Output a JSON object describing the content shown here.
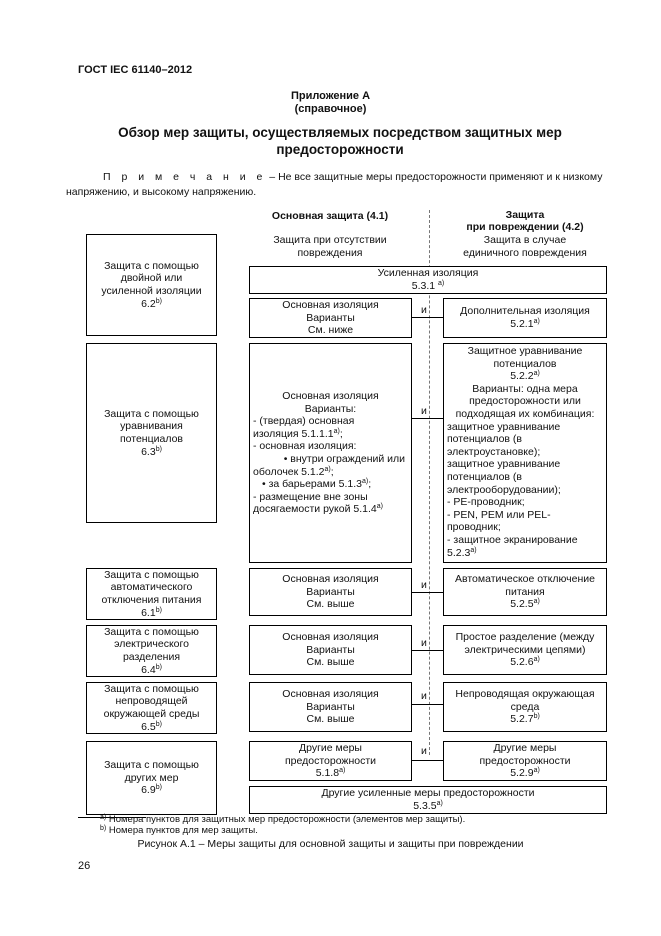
{
  "header": {
    "doc_code": "ГОСТ IEC 61140–2012"
  },
  "annex": {
    "title": "Приложение А",
    "subtitle": "(справочное)"
  },
  "title": {
    "line1": "Обзор мер защиты, осуществляемых посредством защитных мер",
    "line2": "предосторожности"
  },
  "note": {
    "label": "П р и м е ч а н и е",
    "text1": " – Не все защитные меры предосторожности применяют и к низкому",
    "text2": "напряжению, и высокому напряжению."
  },
  "columns": {
    "basic": {
      "title": "Основная защита (4.1)",
      "sub1": "Защита при отсутствии",
      "sub2": "повреждения"
    },
    "fault": {
      "title1": "Защита",
      "title2": "при повреждении (4.2)",
      "sub1": "Защита в случае",
      "sub2": "единичного повреждения"
    }
  },
  "and_label": "и",
  "rows": {
    "r1": {
      "left": [
        "Защита с помощью",
        "двойной или",
        "усиленной изоляции"
      ],
      "left_ref": "6.2",
      "left_sup": "b)",
      "reinforced": "Усиленная изоляция",
      "reinforced_ref": "5.3.1",
      "reinforced_sup": "a)",
      "basic": [
        "Основная изоляция",
        "Варианты",
        "См. ниже"
      ],
      "fault": "Дополнительная изоляция",
      "fault_ref": "5.2.1",
      "fault_sup": "a)"
    },
    "r2": {
      "left": [
        "Защита с помощью",
        "уравнивания",
        "потенциалов"
      ],
      "left_ref": "6.3",
      "left_sup": "b)",
      "basic_head1": "Основная изоляция",
      "basic_head2": "Варианты:",
      "b1": "- (твердая) основная",
      "b2": "изоляция 5.1.1.1",
      "b2_sup": "a)",
      "b2_tail": ";",
      "b3": "- основная изоляция:",
      "b4": "• внутри ограждений или",
      "b5": "оболочек 5.1.2",
      "b5_sup": "a)",
      "b5_tail": ";",
      "b6": "• за барьерами 5.1.3",
      "b6_sup": "a)",
      "b6_tail": ";",
      "b7": "- размещение вне зоны",
      "b8": "досягаемости рукой 5.1.4",
      "b8_sup": "a)",
      "f1": "Защитное уравнивание",
      "f2": "потенциалов",
      "f3": "5.2.2",
      "f3_sup": "a)",
      "f4": "Варианты: одна мера",
      "f5": "предосторожности или",
      "f6": "подходящая их комбинация:",
      "f7": "защитное уравнивание",
      "f8": "потенциалов (в",
      "f9": "электроустановке);",
      "f10": "защитное уравнивание",
      "f11": "потенциалов (в",
      "f12": "электрооборудовании);",
      "f13": "- PE-проводник;",
      "f14": "- PEN, PEM или PEL-",
      "f15": "проводник;",
      "f16": "- защитное экранирование",
      "f17": "5.2.3",
      "f17_sup": "a)"
    },
    "r3": {
      "left": [
        "Защита с помощью",
        "автоматического",
        "отключения питания"
      ],
      "left_ref": "6.1",
      "left_sup": "b)",
      "basic": [
        "Основная изоляция",
        "Варианты",
        "См. выше"
      ],
      "fault": [
        "Автоматическое отключение",
        "питания"
      ],
      "fault_ref": "5.2.5",
      "fault_sup": "a)"
    },
    "r4": {
      "left": [
        "Защита с помощью",
        "электрического",
        "разделения"
      ],
      "left_ref": "6.4",
      "left_sup": "b)",
      "basic": [
        "Основная изоляция",
        "Варианты",
        "См. выше"
      ],
      "fault": [
        "Простое разделение (между",
        "электрическими цепями)"
      ],
      "fault_ref": "5.2.6",
      "fault_sup": "a)"
    },
    "r5": {
      "left": [
        "Защита с помощью",
        "непроводящей",
        "окружающей среды"
      ],
      "left_ref": "6.5",
      "left_sup": "b)",
      "basic": [
        "Основная изоляция",
        "Варианты",
        "См. выше"
      ],
      "fault": [
        "Непроводящая окружающая",
        "среда"
      ],
      "fault_ref": "5.2.7",
      "fault_sup": "b)"
    },
    "r6": {
      "left": [
        "Защита с помощью",
        "других мер"
      ],
      "left_ref": "6.9",
      "left_sup": "b)",
      "basic": [
        "Другие меры",
        "предосторожности"
      ],
      "basic_ref": "5.1.8",
      "basic_sup": "a)",
      "fault": [
        "Другие меры",
        "предосторожности"
      ],
      "fault_ref": "5.2.9",
      "fault_sup": "a)",
      "other": "Другие усиленные меры предосторожности",
      "other_ref": "5.3.5",
      "other_sup": "a)"
    }
  },
  "footnotes": {
    "a_mark": "a)",
    "a_text": " Номера пунктов для защитных мер предосторожности (элементов мер защиты).",
    "b_mark": "b)",
    "b_text": " Номера пунктов для мер защиты."
  },
  "caption": "Рисунок А.1 – Меры защиты для основной защиты и защиты при повреждении",
  "page_number": "26"
}
